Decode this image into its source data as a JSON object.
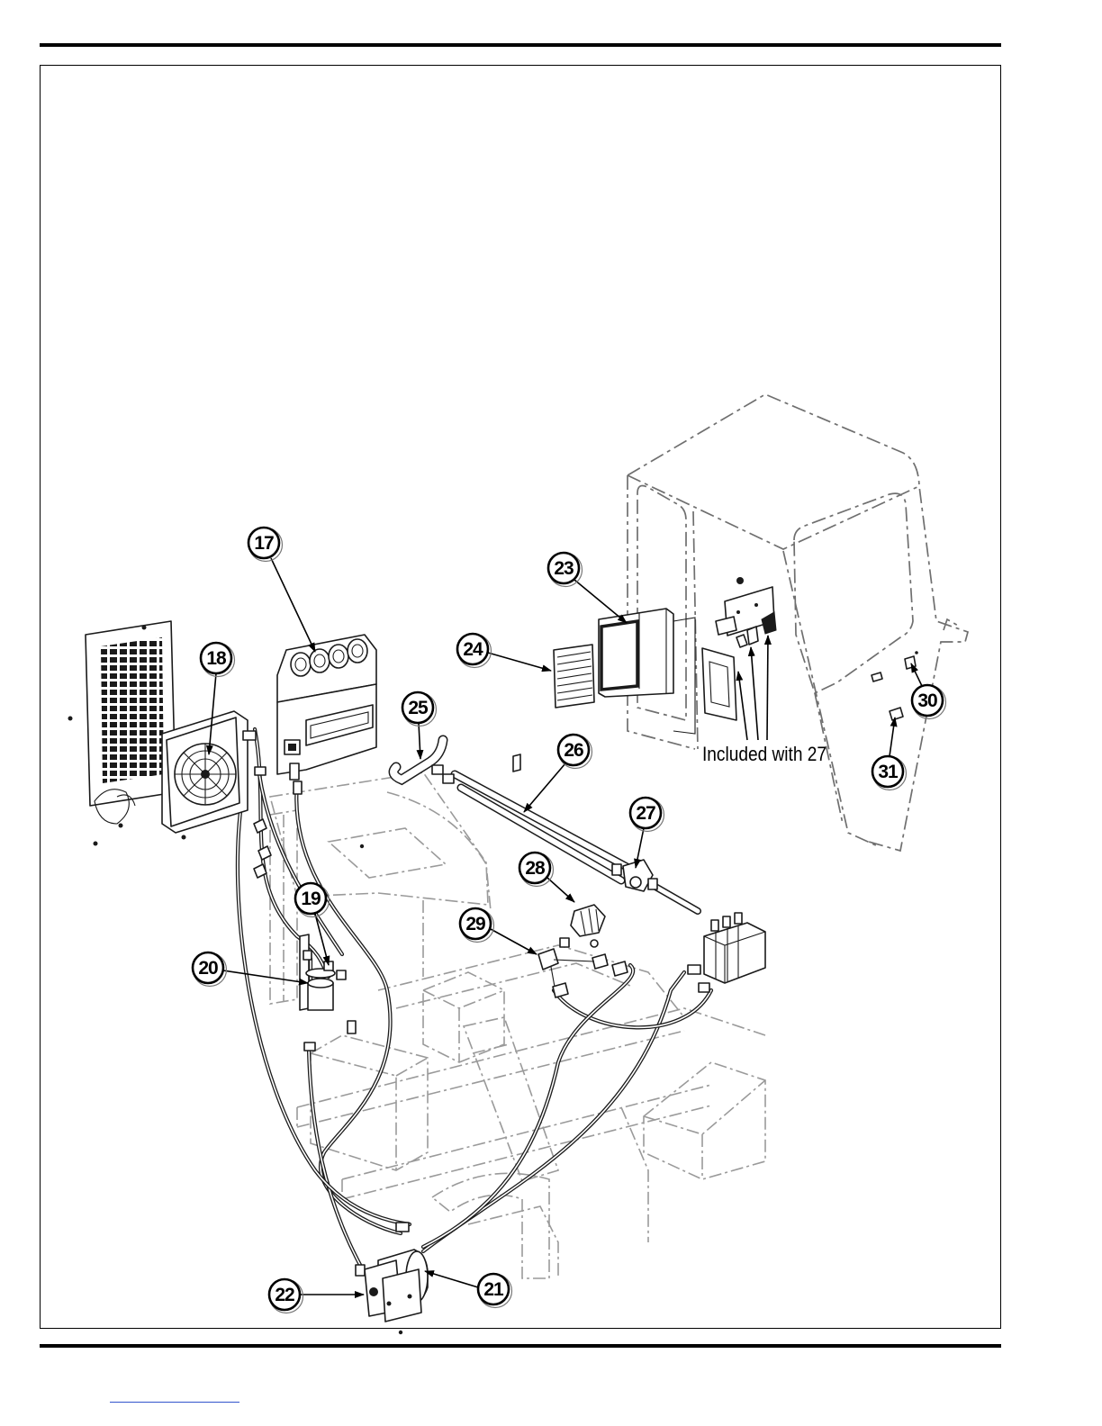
{
  "diagram": {
    "callouts": [
      {
        "label": "17"
      },
      {
        "label": "18"
      },
      {
        "label": "19"
      },
      {
        "label": "20"
      },
      {
        "label": "21"
      },
      {
        "label": "22"
      },
      {
        "label": "23"
      },
      {
        "label": "24"
      },
      {
        "label": "25"
      },
      {
        "label": "26"
      },
      {
        "label": "27"
      },
      {
        "label": "28"
      },
      {
        "label": "29"
      },
      {
        "label": "30"
      },
      {
        "label": "31"
      }
    ],
    "note": "Included with 27"
  },
  "colors": {
    "rule": "#000000",
    "link_line": "#3355cc",
    "phantom_outline": "#9a9a9a"
  }
}
